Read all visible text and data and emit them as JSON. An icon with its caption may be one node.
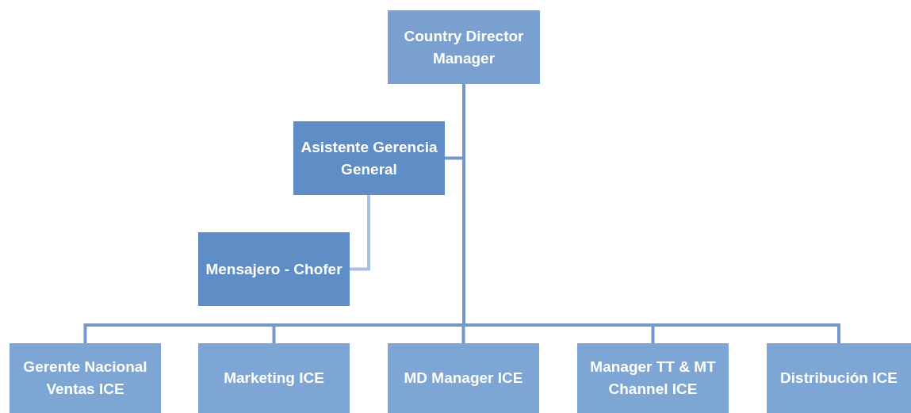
{
  "diagram": {
    "nodes": [
      {
        "text": [
          "Country Director Manager"
        ]
      },
      {
        "text": [
          "Asistente Gerencia General"
        ]
      },
      {
        "text": [
          "Mensajero - Chofer"
        ]
      },
      {
        "text": [
          "Gerente Nacional Ventas ICE"
        ]
      },
      {
        "text": [
          "Marketing ICE"
        ]
      },
      {
        "text": [
          "MD Manager ICE"
        ]
      },
      {
        "text": [
          "Manager TT & MT Channel ICE"
        ]
      },
      {
        "text": [
          "Distribución ICE"
        ]
      }
    ],
    "edges": [
      {
        "from": 0,
        "to": 1,
        "arrow": "none"
      },
      {
        "from": 1,
        "to": 2,
        "arrow": "none",
        "color": "#a9bfe0"
      },
      {
        "from": 0,
        "to": 3,
        "arrow": "none"
      },
      {
        "from": 0,
        "to": 4,
        "arrow": "none"
      },
      {
        "from": 0,
        "to": 5,
        "arrow": "none"
      },
      {
        "from": 0,
        "to": 6,
        "arrow": "none"
      },
      {
        "from": 0,
        "to": 7,
        "arrow": "none"
      }
    ]
  }
}
